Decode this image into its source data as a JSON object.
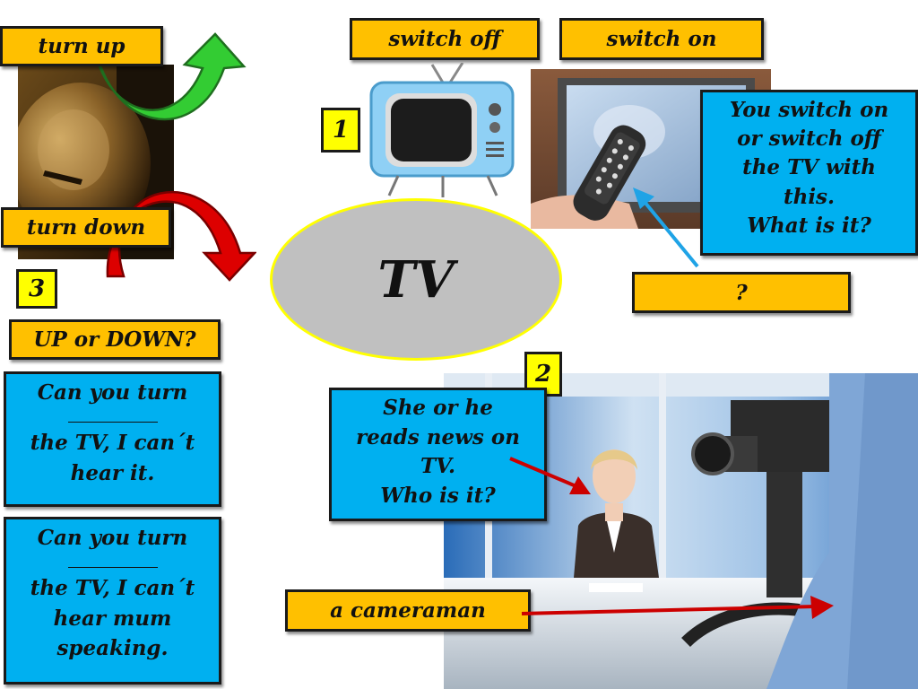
{
  "top_left": {
    "turn_up_label": "turn up",
    "turn_down_label": "turn down",
    "number_3": "3",
    "up_or_down_label": "UP or DOWN?",
    "question_1": {
      "line1": "Can you turn",
      "line2": "the TV, I can´t",
      "line3": "hear it."
    },
    "question_2": {
      "line1": "Can you turn",
      "line2": "the TV, I can´t",
      "line3": "hear mum",
      "line4": "speaking."
    }
  },
  "top_right": {
    "switch_off_label": "switch off",
    "switch_on_label": "switch on",
    "number_1": "1",
    "remote_question": {
      "line1": "You switch on",
      "line2": "or switch off",
      "line3": "the TV with",
      "line4": "this.",
      "line5": "What is it?"
    },
    "answer_label": "?"
  },
  "center": {
    "title": "TV"
  },
  "bottom_right": {
    "number_2": "2",
    "newsreader_question": {
      "line1": "She or he",
      "line2": "reads news on",
      "line3": "TV.",
      "line4": "Who is it?"
    },
    "cameraman_label": "a cameraman"
  },
  "colors": {
    "label_fill": "#ffc000",
    "question_fill": "#00b0f0",
    "number_fill": "#ffff00",
    "ellipse_fill": "#c0c0c0",
    "ellipse_border": "#ffff00",
    "arrow_up": "#33cc33",
    "arrow_down": "#dd0000",
    "pointer_blue": "#1fa3e6",
    "pointer_red": "#cc0000"
  },
  "icons": [
    "volume-knob-image",
    "curved-up-arrow-icon",
    "curved-down-arrow-icon",
    "retro-tv-image",
    "remote-control-image",
    "news-studio-image"
  ]
}
